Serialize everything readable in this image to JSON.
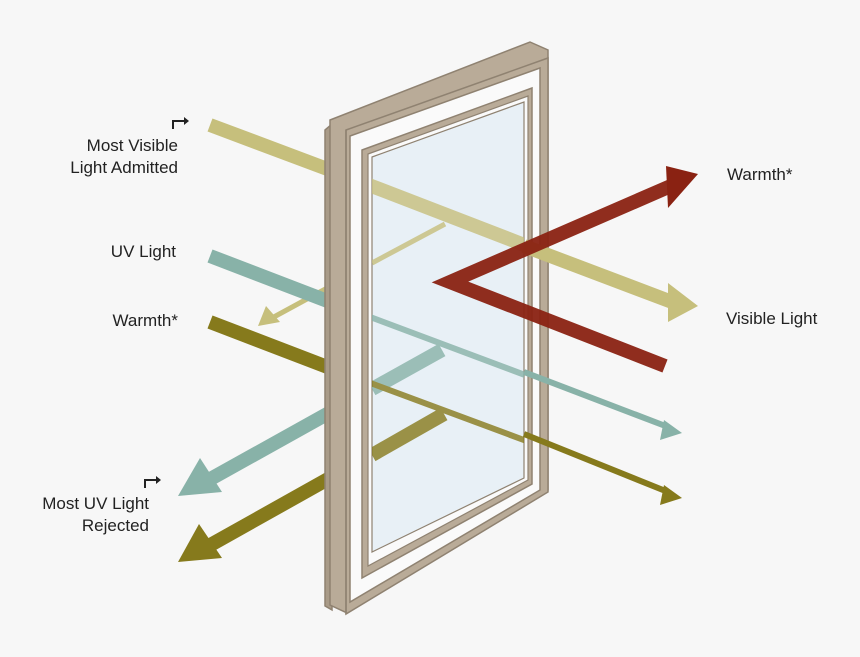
{
  "labels": {
    "most_visible_light_admitted": [
      "Most Visible",
      "Light Admitted"
    ],
    "uv_light": "UV Light",
    "warmth_left": "Warmth*",
    "most_uv_light_rejected": [
      "Most UV Light",
      "Rejected"
    ],
    "warmth_right": "Warmth*",
    "visible_light": "Visible Light"
  },
  "colors": {
    "background": "#f7f7f7",
    "frame_outer": "#b9ab98",
    "frame_edge": "#8f8271",
    "sash_white": "#fafafa",
    "glass": "#e8f0f6",
    "visible_light": "#c6bf7c",
    "uv_light": "#88b2a8",
    "warmth_olive": "#867a1c",
    "warmth_red": "#8a2212"
  }
}
